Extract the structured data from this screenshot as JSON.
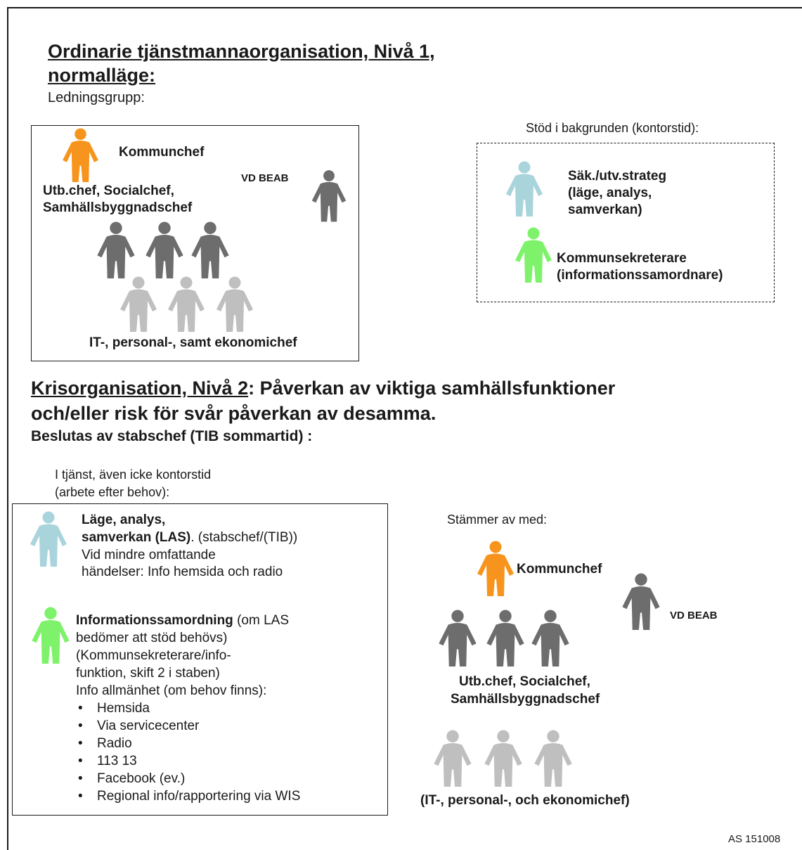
{
  "level1": {
    "title": "Ordinarie tjänstmannaorganisation, Nivå 1,",
    "title2": "normalläge:",
    "subtitle": "Ledningsgrupp:",
    "kommunchef": "Kommunchef",
    "chiefs_line1": "Utb.chef,  Socialchef,",
    "chiefs_line2": "Samhällsbyggnadschef",
    "vd": "VD BEAB",
    "it_chiefs": "IT-, personal-, samt ekonomichef"
  },
  "support": {
    "heading": "Stöd i bakgrunden  (kontorstid):",
    "strateg_line1": "Säk./utv.strateg",
    "strateg_line2": "(läge, analys,",
    "strateg_line3": "samverkan)",
    "sekr_line1": "Kommunsekreterare",
    "sekr_line2": "(informationssamordnare)"
  },
  "level2": {
    "title_u": "Krisorganisation, Nivå 2",
    "title_rest": ": Påverkan av viktiga samhällsfunktioner",
    "title_line2": "och/eller risk för svår påverkan av desamma.",
    "decided": "Beslutas av stabschef (TIB sommartid) :",
    "service_line1": "I tjänst, även  icke kontorstid",
    "service_line2": "(arbete efter behov):"
  },
  "las": {
    "bold1": "Läge, analys,",
    "bold2": "samverkan (LAS)",
    "rest2": ". (stabschef/(TIB))",
    "line3": "Vid mindre omfattande",
    "line4": "händelser: Info hemsida och radio"
  },
  "info": {
    "bold1": "Informationssamordning",
    "rest1": " (om LAS",
    "line2": "bedömer att stöd behövs)",
    "line3": "(Kommunsekreterare/info-",
    "line4": "funktion, skift 2 i staben)",
    "line5": "Info allmänhet (om behov finns):",
    "bullets": [
      "Hemsida",
      "Via servicecenter",
      "Radio",
      "113 13",
      "Facebook (ev.)",
      "Regional info/rapportering  via WIS"
    ]
  },
  "checks": {
    "heading": "Stämmer av med:",
    "kommunchef": "Kommunchef",
    "vd": "VD BEAB",
    "chiefs_line1": "Utb.chef,  Socialchef,",
    "chiefs_line2": "Samhällsbyggnadschef",
    "it_chiefs": "(IT-, personal-, och ekonomichef)"
  },
  "footer": {
    "code": "AS 151008"
  },
  "colors": {
    "orange": "#f7941d",
    "dark_gray": "#6d6d6d",
    "light_gray": "#bfbfbf",
    "light_blue": "#a9d4dc",
    "light_green": "#7ef26a"
  }
}
